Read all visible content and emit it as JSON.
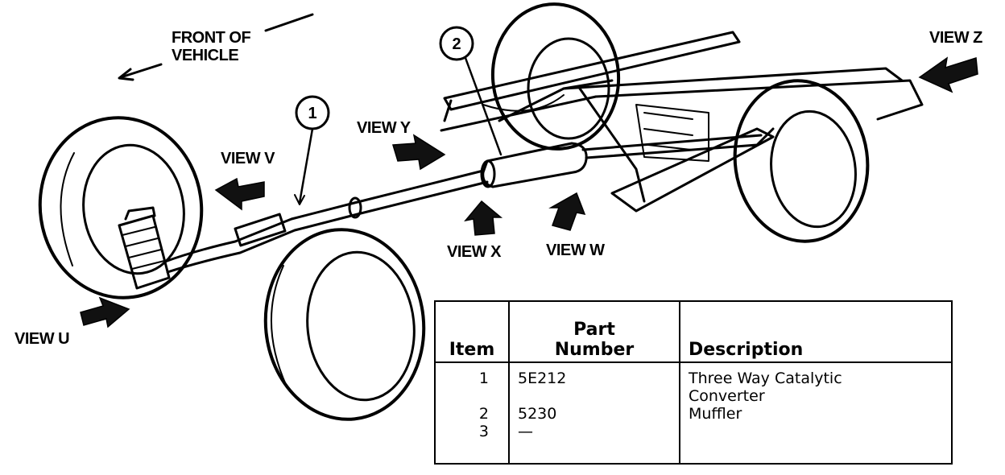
{
  "labels": {
    "front_of_vehicle": [
      "FRONT OF",
      "VEHICLE"
    ],
    "view_u": "VIEW U",
    "view_v": "VIEW V",
    "view_w": "VIEW W",
    "view_x": "VIEW X",
    "view_y": "VIEW Y",
    "view_z": "VIEW Z"
  },
  "callouts": [
    "1",
    "2"
  ],
  "table": {
    "headers": {
      "item": "Item",
      "part_number": [
        "Part",
        "Number"
      ],
      "description": "Description"
    },
    "rows": [
      {
        "item": "1",
        "part_number": "5E212",
        "description": [
          "Three Way Catalytic",
          "Converter"
        ]
      },
      {
        "item": "2",
        "part_number": "5230",
        "description": [
          "Muffler"
        ]
      },
      {
        "item": "3",
        "part_number": "—",
        "description": []
      }
    ]
  }
}
